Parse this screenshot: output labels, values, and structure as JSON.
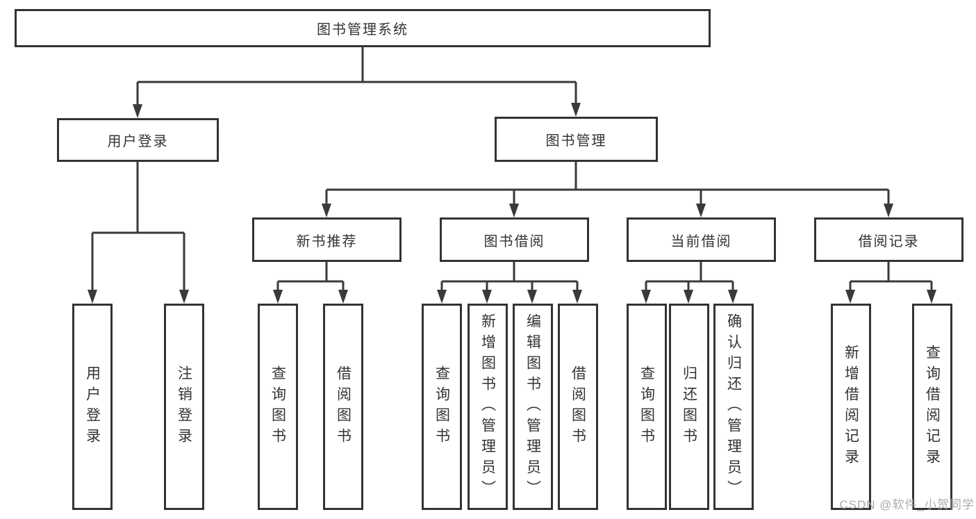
{
  "tree": {
    "label": "图书管理系统",
    "children": [
      {
        "label": "用户登录",
        "children": [
          {
            "label": "用户登录"
          },
          {
            "label": "注销登录"
          }
        ]
      },
      {
        "label": "图书管理",
        "children": [
          {
            "label": "新书推荐",
            "children": [
              {
                "label": "查询图书"
              },
              {
                "label": "借阅图书"
              }
            ]
          },
          {
            "label": "图书借阅",
            "children": [
              {
                "label": "查询图书"
              },
              {
                "label": "新增图书（管理员）"
              },
              {
                "label": "编辑图书（管理员）"
              },
              {
                "label": "借阅图书"
              }
            ]
          },
          {
            "label": "当前借阅",
            "children": [
              {
                "label": "查询图书"
              },
              {
                "label": "归还图书"
              },
              {
                "label": "确认归还（管理员）"
              }
            ]
          },
          {
            "label": "借阅记录",
            "children": [
              {
                "label": "新增借阅记录"
              },
              {
                "label": "查询借阅记录"
              }
            ]
          }
        ]
      }
    ]
  },
  "watermark": {
    "text": "CSDN @软件_小贺同学"
  },
  "colors": {
    "line": "#3a3a3a",
    "box_border": "#333333",
    "text": "#333333",
    "background": "#ffffff",
    "watermark": "#a4a4a4"
  }
}
